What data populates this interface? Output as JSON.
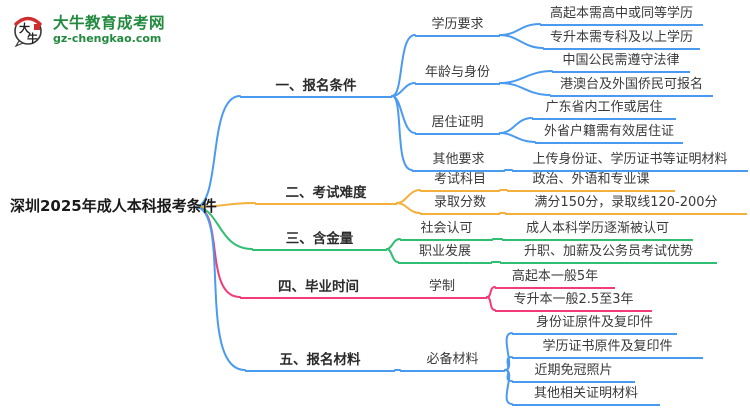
{
  "logo": {
    "icon_text": "大牛",
    "icon_char_top": "大",
    "icon_char_bottom": "牛",
    "title": "大牛教育成考网",
    "url": "gz-chengkao.com"
  },
  "colors": {
    "blue": "#4a9bf0",
    "orange": "#f5b03c",
    "green": "#2fbe72",
    "pink": "#f23c78",
    "logo_green": "#218a3e",
    "logo_red": "#cf2e2e",
    "text": "#333333"
  },
  "root": {
    "label": "深圳2025年成人本科报考条件"
  },
  "branches": [
    {
      "label": "一、报名条件",
      "color": "blue",
      "children": [
        {
          "label": "学历要求",
          "children": [
            {
              "label": "高起本需高中或同等学历"
            },
            {
              "label": "专升本需专科及以上学历"
            }
          ]
        },
        {
          "label": "年龄与身份",
          "children": [
            {
              "label": "中国公民需遵守法律"
            },
            {
              "label": "港澳台及外国侨民可报名"
            }
          ]
        },
        {
          "label": "居住证明",
          "children": [
            {
              "label": "广东省内工作或居住"
            },
            {
              "label": "外省户籍需有效居住证"
            }
          ]
        },
        {
          "label": "其他要求",
          "children": [
            {
              "label": "上传身份证、学历证书等证明材料"
            }
          ]
        }
      ]
    },
    {
      "label": "二、考试难度",
      "color": "orange",
      "children": [
        {
          "label": "考试科目",
          "children": [
            {
              "label": "政治、外语和专业课"
            }
          ]
        },
        {
          "label": "录取分数",
          "children": [
            {
              "label": "满分150分，录取线120-200分"
            }
          ]
        }
      ]
    },
    {
      "label": "三、含金量",
      "color": "green",
      "children": [
        {
          "label": "社会认可",
          "children": [
            {
              "label": "成人本科学历逐渐被认可"
            }
          ]
        },
        {
          "label": "职业发展",
          "children": [
            {
              "label": "升职、加薪及公务员考试优势"
            }
          ]
        }
      ]
    },
    {
      "label": "四、毕业时间",
      "color": "pink",
      "children": [
        {
          "label": "学制",
          "children": [
            {
              "label": "高起本一般5年"
            },
            {
              "label": "专升本一般2.5至3年"
            }
          ]
        }
      ]
    },
    {
      "label": "五、报名材料",
      "color": "blue",
      "children": [
        {
          "label": "必备材料",
          "children": [
            {
              "label": "身份证原件及复印件"
            },
            {
              "label": "学历证书原件及复印件"
            },
            {
              "label": "近期免冠照片"
            },
            {
              "label": "其他相关证明材料"
            }
          ]
        }
      ]
    }
  ]
}
